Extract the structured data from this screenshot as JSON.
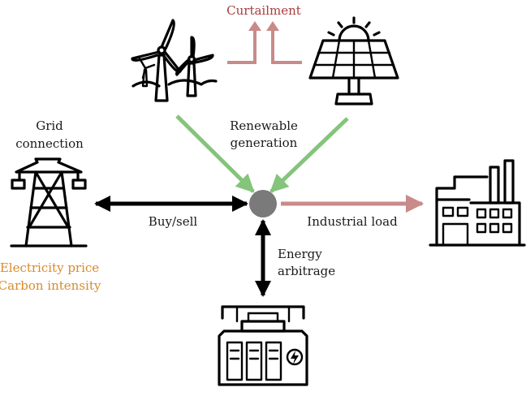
{
  "labels": {
    "curtailment": "Curtailment",
    "grid_line1": "Grid",
    "grid_line2": "connection",
    "renewable_line1": "Renewable",
    "renewable_line2": "generation",
    "buy_sell": "Buy/sell",
    "industrial_load": "Industrial load",
    "energy_line1": "Energy",
    "energy_line2": "arbitrage",
    "price": "Electricity price",
    "carbon": "Carbon intensity"
  },
  "icons": {
    "wind": "wind-turbines-icon",
    "solar": "solar-panel-icon",
    "pylon": "power-pylon-icon",
    "factory": "factory-icon",
    "battery": "battery-storage-icon"
  },
  "colors": {
    "green_arrow": "#84c47b",
    "red_arrow": "#c98a8a",
    "black_arrow": "#000000",
    "hub": "#7a7a7a",
    "curtailment_text": "#a93d3d",
    "grid_info_text": "#d98a2b"
  }
}
